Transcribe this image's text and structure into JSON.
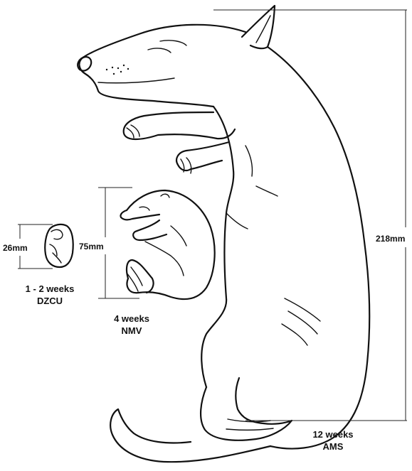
{
  "specimens": [
    {
      "id": "dzcu",
      "age": "1 - 2 weeks",
      "collection": "DZCU",
      "length": "26mm",
      "color": "#111111"
    },
    {
      "id": "nmv",
      "age": "4 weeks",
      "collection": "NMV",
      "length": "75mm",
      "color": "#111111"
    },
    {
      "id": "ams",
      "age": "12 weeks",
      "collection": "AMS",
      "length": "218mm",
      "color": "#111111"
    }
  ],
  "style": {
    "line_color": "#111111",
    "background": "#ffffff"
  }
}
